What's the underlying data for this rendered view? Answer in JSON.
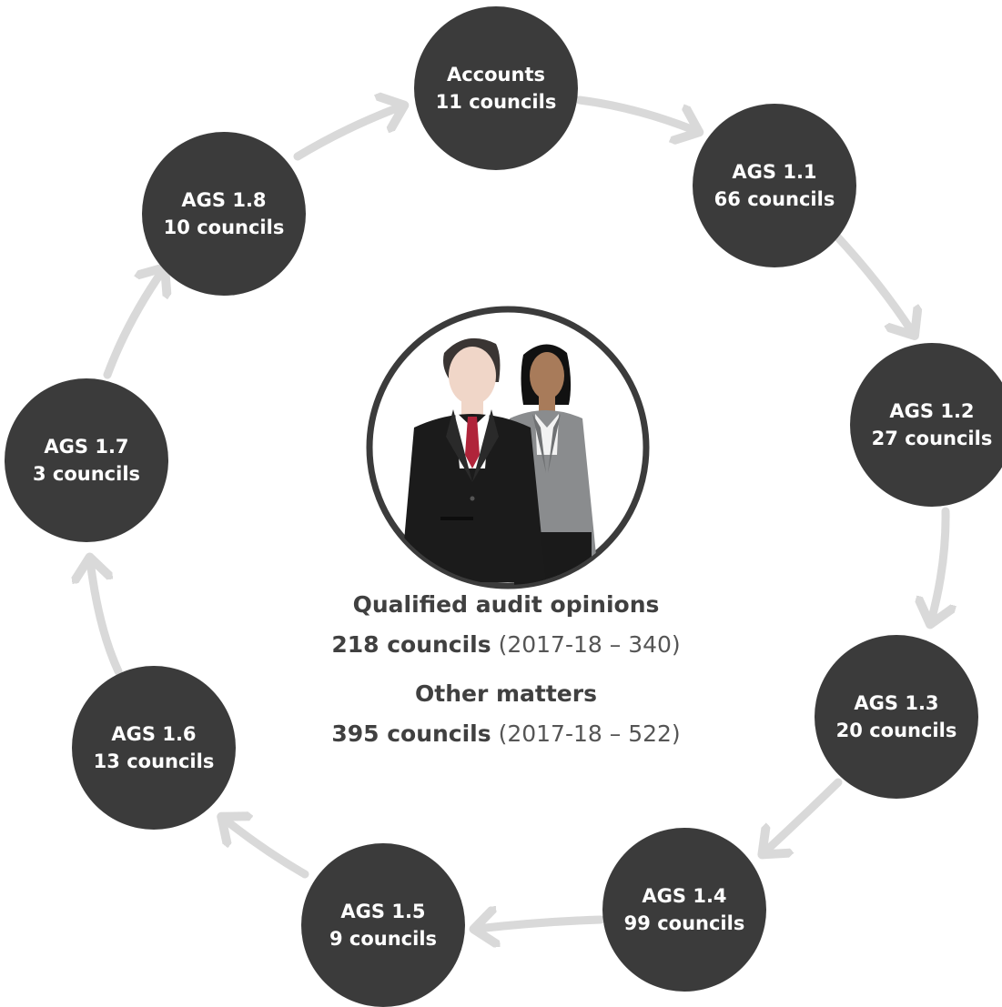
{
  "nodes": [
    {
      "key": "accounts",
      "line1": "Accounts",
      "line2": "11 councils"
    },
    {
      "key": "ags11",
      "line1": "AGS 1.1",
      "line2": "66 councils"
    },
    {
      "key": "ags12",
      "line1": "AGS 1.2",
      "line2": "27 councils"
    },
    {
      "key": "ags13",
      "line1": "AGS 1.3",
      "line2": "20 councils"
    },
    {
      "key": "ags14",
      "line1": "AGS 1.4",
      "line2": "99 councils"
    },
    {
      "key": "ags15",
      "line1": "AGS 1.5",
      "line2": "9 councils"
    },
    {
      "key": "ags16",
      "line1": "AGS 1.6",
      "line2": "13 councils"
    },
    {
      "key": "ags17",
      "line1": "AGS 1.7",
      "line2": "3 councils"
    },
    {
      "key": "ags18",
      "line1": "AGS 1.8",
      "line2": "10 councils"
    }
  ],
  "center": {
    "qualified_title": "Qualified audit opinions",
    "qualified_bold": "218 councils",
    "qualified_light": " (2017-18 – 340)",
    "other_title": "Other matters",
    "other_bold": "395 councils",
    "other_light": " (2017-18 – 522)"
  },
  "colors": {
    "node_fill": "#3b3b3b",
    "arrow": "#d9d9d9",
    "ring": "#3b3b3b",
    "text": "#404040"
  },
  "icons": {
    "center_image": "business-people-illustration"
  }
}
